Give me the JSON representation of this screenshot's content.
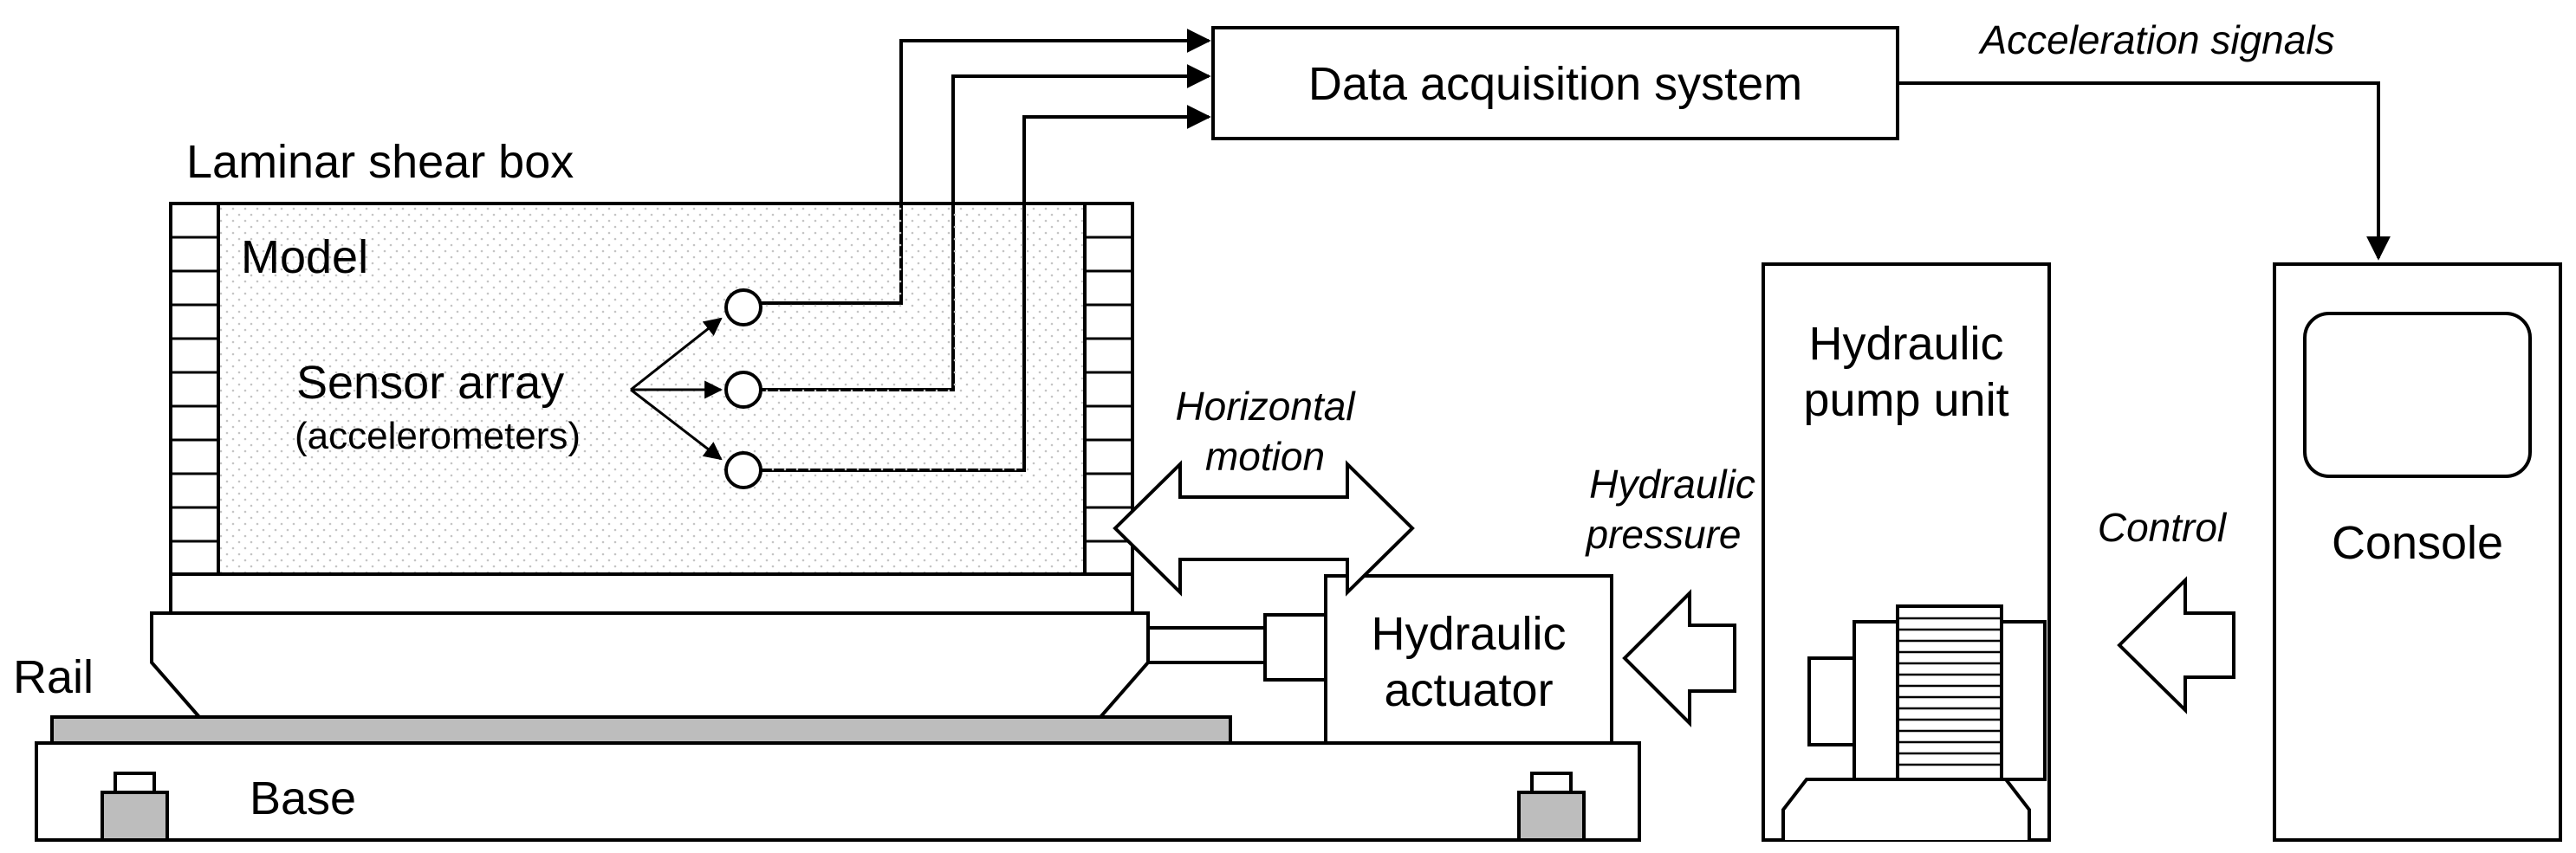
{
  "labels": {
    "data_acquisition": "Data acquisition system",
    "acceleration_signals": "Acceleration signals",
    "laminar_shear_box": "Laminar shear box",
    "model": "Model",
    "sensor_array": "Sensor array",
    "accelerometers": "(accelerometers)",
    "horizontal": "Horizontal",
    "motion": "motion",
    "hydraulic_pressure_1": "Hydraulic",
    "hydraulic_pressure_2": "pressure",
    "hydraulic_pump_1": "Hydraulic",
    "hydraulic_pump_2": "pump unit",
    "control": "Control",
    "console": "Console",
    "hydraulic_actuator_1": "Hydraulic",
    "hydraulic_actuator_2": "actuator",
    "rail": "Rail",
    "base": "Base"
  }
}
